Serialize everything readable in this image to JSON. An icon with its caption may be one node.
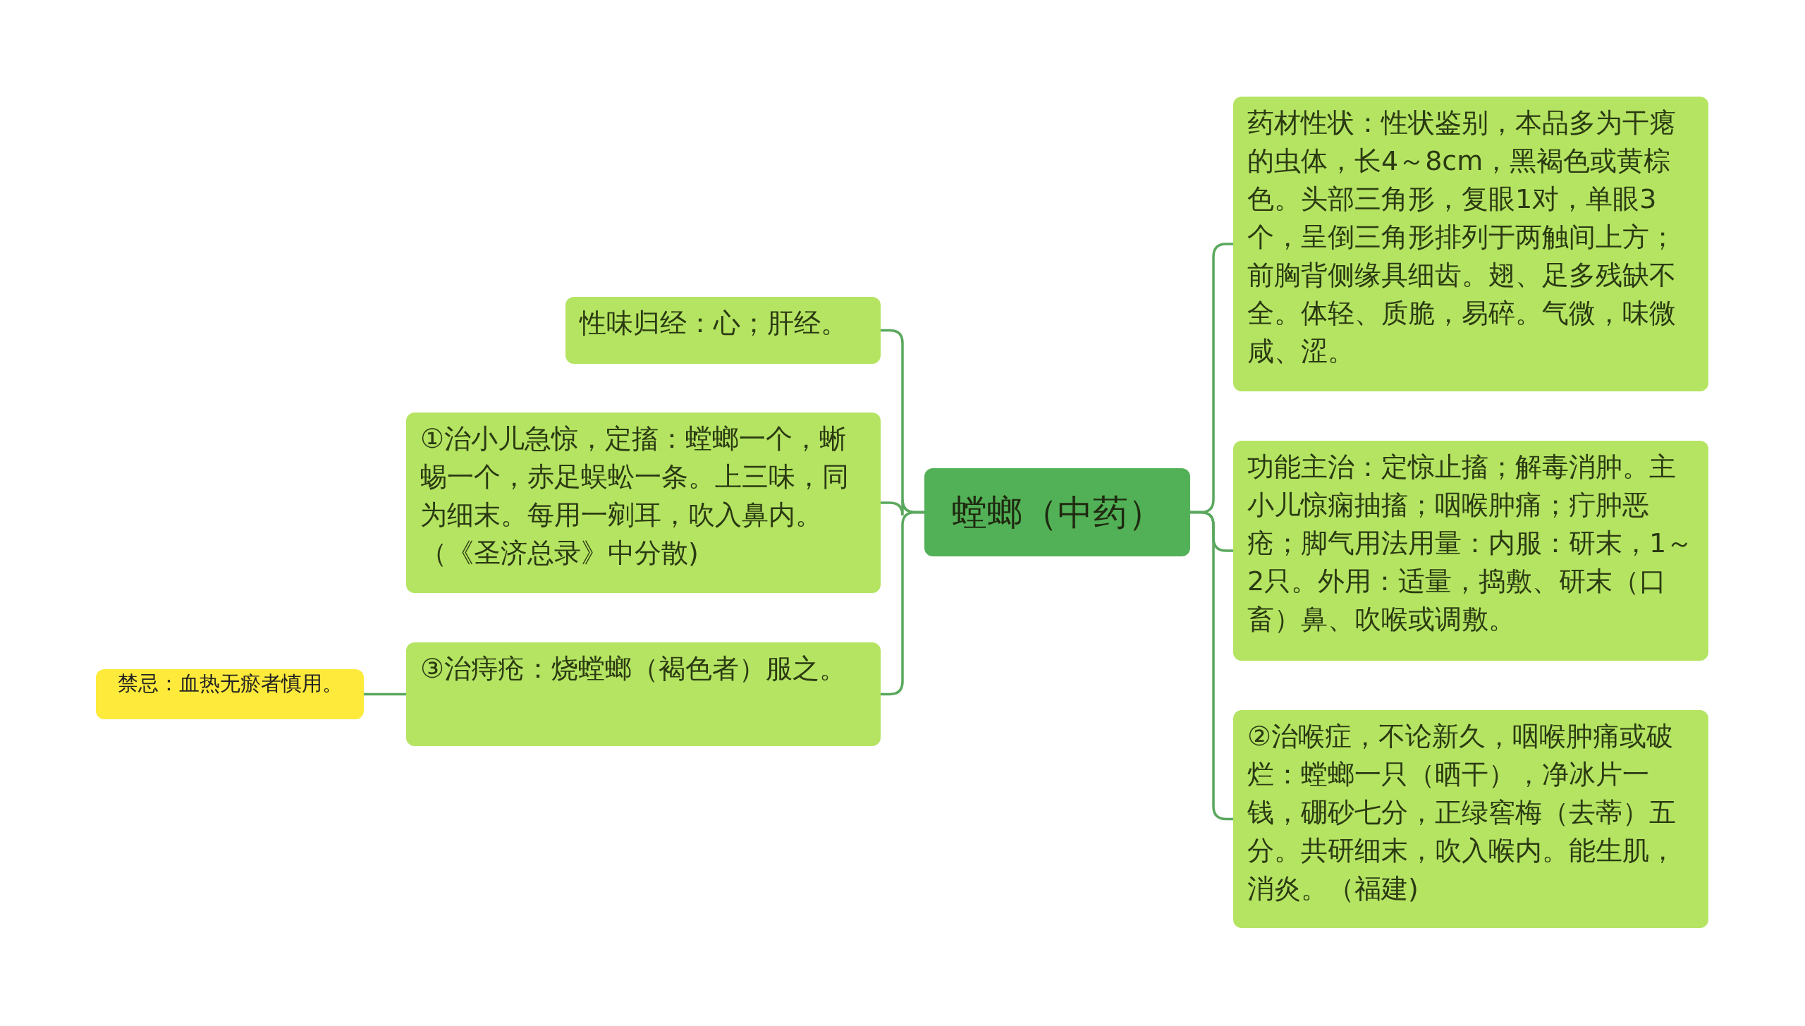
{
  "diagram": {
    "nodes": [
      {
        "text": [
          "螳螂（中药）"
        ]
      },
      {
        "text": [
          "性味归经：心；肝经。"
        ]
      },
      {
        "text": [
          "①治小儿急惊，定搐：螳螂一个，蜥蜴一个，赤足蜈蚣一条。上三味，同为细末。每用一剜耳，吹入鼻内。（《圣济总录》中分散)"
        ]
      },
      {
        "text": [
          "③治痔疮：烧螳螂（褐色者）服之。"
        ]
      },
      {
        "text": [
          "禁忌：血热无瘀者慎用。"
        ]
      },
      {
        "text": [
          "药材性状：性状鉴别，本品多为干瘪的虫体，长4～8cm，黑褐色或黄棕色。头部三角形，复眼1对，单眼3个，呈倒三角形排列于两触间上方；前胸背侧缘具细齿。翅、足多残缺不全。体轻、质脆，易碎。气微，味微咸、涩。"
        ]
      },
      {
        "text": [
          "功能主治：定惊止搐；解毒消肿。主小儿惊痫抽搐；咽喉肿痛；疔肿恶疮；脚气用法用量：内服：研末，1～2只。外用：适量，捣敷、研末（口畜）鼻、吹喉或调敷。"
        ]
      },
      {
        "text": [
          "②治喉症，不论新久，咽喉肿痛或破烂：螳螂一只（晒干），净冰片一钱，硼砂七分，正绿窖梅（去蒂）五分。共研细末，吹入喉内。能生肌，消炎。（福建)"
        ]
      }
    ],
    "edges": [
      {
        "from": 0,
        "to": 1,
        "arrow": "none"
      },
      {
        "from": 0,
        "to": 2,
        "arrow": "none"
      },
      {
        "from": 0,
        "to": 3,
        "arrow": "none"
      },
      {
        "from": 3,
        "to": 4,
        "arrow": "none"
      },
      {
        "from": 0,
        "to": 5,
        "arrow": "none"
      },
      {
        "from": 0,
        "to": 6,
        "arrow": "none"
      },
      {
        "from": 0,
        "to": 7,
        "arrow": "none"
      }
    ]
  }
}
